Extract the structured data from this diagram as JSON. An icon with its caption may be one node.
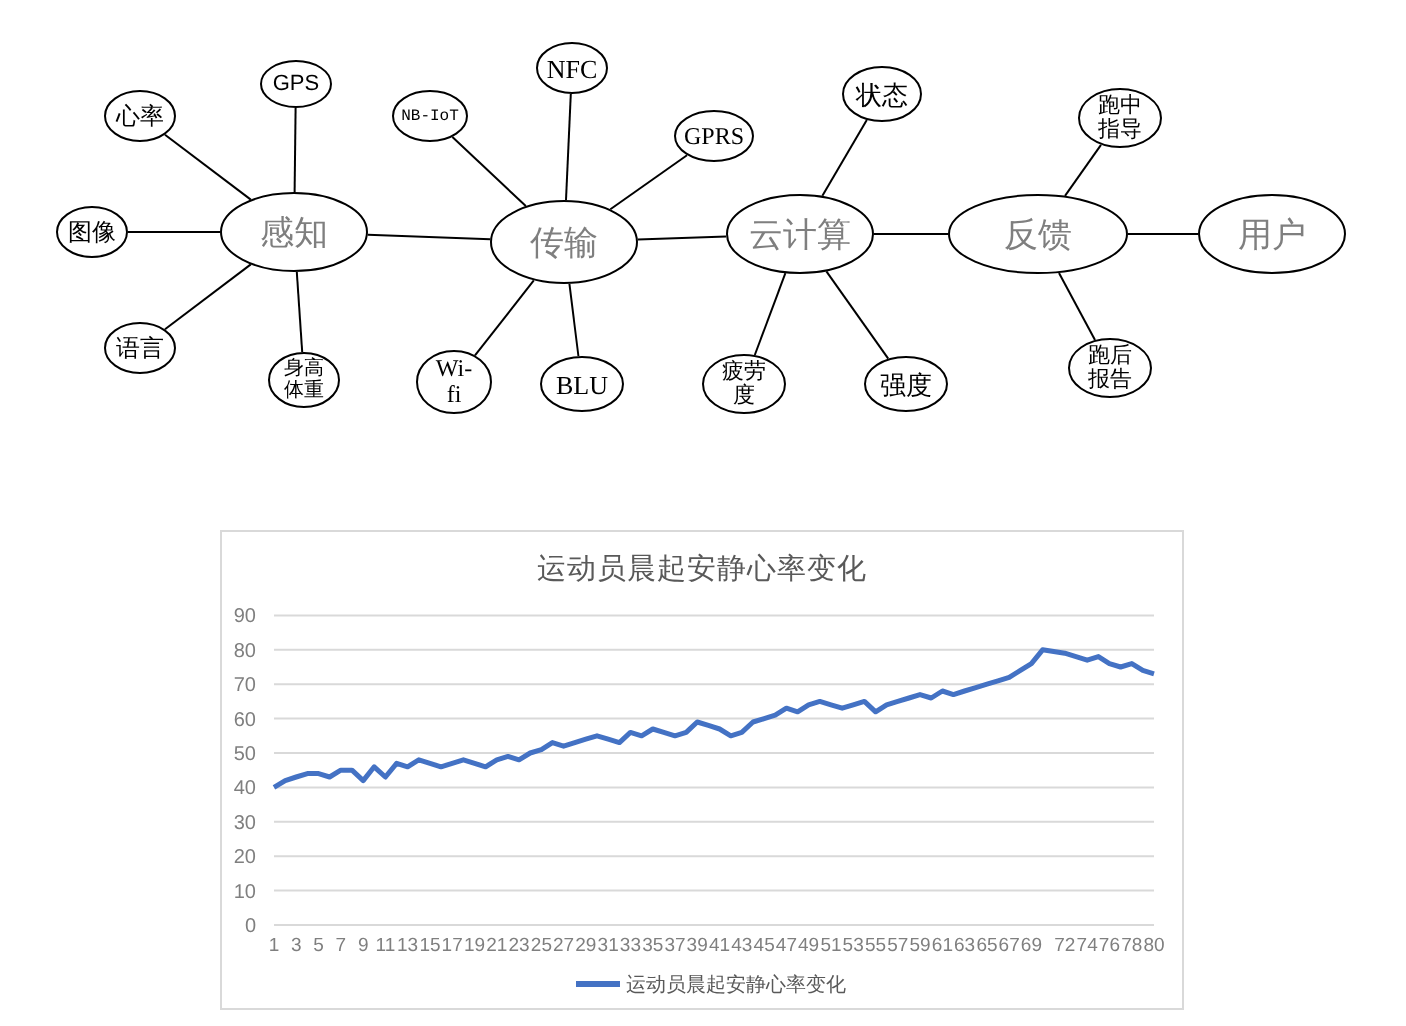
{
  "diagram": {
    "nodes": [
      {
        "text": [
          "感知"
        ]
      },
      {
        "text": [
          "心率"
        ]
      },
      {
        "text": [
          "GPS"
        ]
      },
      {
        "text": [
          "图像"
        ]
      },
      {
        "text": [
          "语言"
        ]
      },
      {
        "text": [
          "身高体重"
        ]
      },
      {
        "text": [
          "传输"
        ]
      },
      {
        "text": [
          "NB-IoT"
        ]
      },
      {
        "text": [
          "NFC"
        ]
      },
      {
        "text": [
          "GPRS"
        ]
      },
      {
        "text": [
          "Wi-fi"
        ]
      },
      {
        "text": [
          "BLU"
        ]
      },
      {
        "text": [
          "云计算"
        ]
      },
      {
        "text": [
          "状态"
        ]
      },
      {
        "text": [
          "疲劳度"
        ]
      },
      {
        "text": [
          "强度"
        ]
      },
      {
        "text": [
          "反馈"
        ]
      },
      {
        "text": [
          "跑中指导"
        ]
      },
      {
        "text": [
          "跑后报告"
        ]
      },
      {
        "text": [
          "用户"
        ]
      }
    ],
    "edges": [
      {
        "from": 0,
        "to": 1,
        "arrow": "none"
      },
      {
        "from": 0,
        "to": 2,
        "arrow": "none"
      },
      {
        "from": 0,
        "to": 3,
        "arrow": "none"
      },
      {
        "from": 0,
        "to": 4,
        "arrow": "none"
      },
      {
        "from": 0,
        "to": 5,
        "arrow": "none"
      },
      {
        "from": 0,
        "to": 6,
        "arrow": "none"
      },
      {
        "from": 6,
        "to": 7,
        "arrow": "none"
      },
      {
        "from": 6,
        "to": 8,
        "arrow": "none"
      },
      {
        "from": 6,
        "to": 9,
        "arrow": "none"
      },
      {
        "from": 6,
        "to": 10,
        "arrow": "none"
      },
      {
        "from": 6,
        "to": 11,
        "arrow": "none"
      },
      {
        "from": 6,
        "to": 12,
        "arrow": "none"
      },
      {
        "from": 12,
        "to": 13,
        "arrow": "none"
      },
      {
        "from": 12,
        "to": 14,
        "arrow": "none"
      },
      {
        "from": 12,
        "to": 15,
        "arrow": "none"
      },
      {
        "from": 12,
        "to": 16,
        "arrow": "none"
      },
      {
        "from": 16,
        "to": 17,
        "arrow": "none"
      },
      {
        "from": 16,
        "to": 18,
        "arrow": "none"
      },
      {
        "from": 16,
        "to": 19,
        "arrow": "none"
      }
    ],
    "chart_data": {
      "type": "line",
      "title": "运动员晨起安静心率变化",
      "x": [
        1,
        2,
        3,
        4,
        5,
        6,
        7,
        8,
        9,
        10,
        11,
        12,
        13,
        14,
        15,
        16,
        17,
        18,
        19,
        20,
        21,
        22,
        23,
        24,
        25,
        26,
        27,
        28,
        29,
        30,
        31,
        32,
        33,
        34,
        35,
        36,
        37,
        38,
        39,
        40,
        41,
        42,
        43,
        44,
        45,
        46,
        47,
        48,
        49,
        50,
        51,
        52,
        53,
        54,
        55,
        56,
        57,
        58,
        59,
        60,
        61,
        62,
        63,
        64,
        65,
        66,
        67,
        68,
        69,
        70,
        72,
        73,
        74,
        75,
        76,
        77,
        78,
        79,
        80
      ],
      "series": [
        {
          "name": "运动员晨起安静心率变化",
          "color": "#4472c4",
          "values": [
            40,
            42,
            43,
            44,
            44,
            43,
            45,
            45,
            42,
            46,
            43,
            47,
            46,
            48,
            47,
            46,
            47,
            48,
            47,
            46,
            48,
            49,
            48,
            50,
            51,
            53,
            52,
            53,
            54,
            55,
            54,
            53,
            56,
            55,
            57,
            56,
            55,
            56,
            59,
            58,
            57,
            55,
            56,
            59,
            60,
            61,
            63,
            62,
            64,
            65,
            64,
            63,
            64,
            65,
            62,
            64,
            65,
            66,
            67,
            66,
            68,
            67,
            68,
            69,
            70,
            71,
            72,
            74,
            76,
            80,
            79,
            78,
            77,
            78,
            76,
            75,
            76,
            74,
            73
          ]
        }
      ],
      "xlim": [
        1,
        80
      ],
      "xticks": [
        1,
        3,
        5,
        7,
        9,
        11,
        13,
        15,
        17,
        19,
        21,
        23,
        25,
        27,
        29,
        31,
        33,
        35,
        37,
        39,
        41,
        43,
        45,
        47,
        49,
        51,
        53,
        55,
        57,
        59,
        61,
        63,
        65,
        67,
        69,
        72,
        74,
        76,
        78,
        80
      ],
      "ylim": [
        0,
        90
      ],
      "yticks": [
        0,
        10,
        20,
        30,
        40,
        50,
        60,
        70,
        80,
        90
      ],
      "grid": true
    }
  }
}
